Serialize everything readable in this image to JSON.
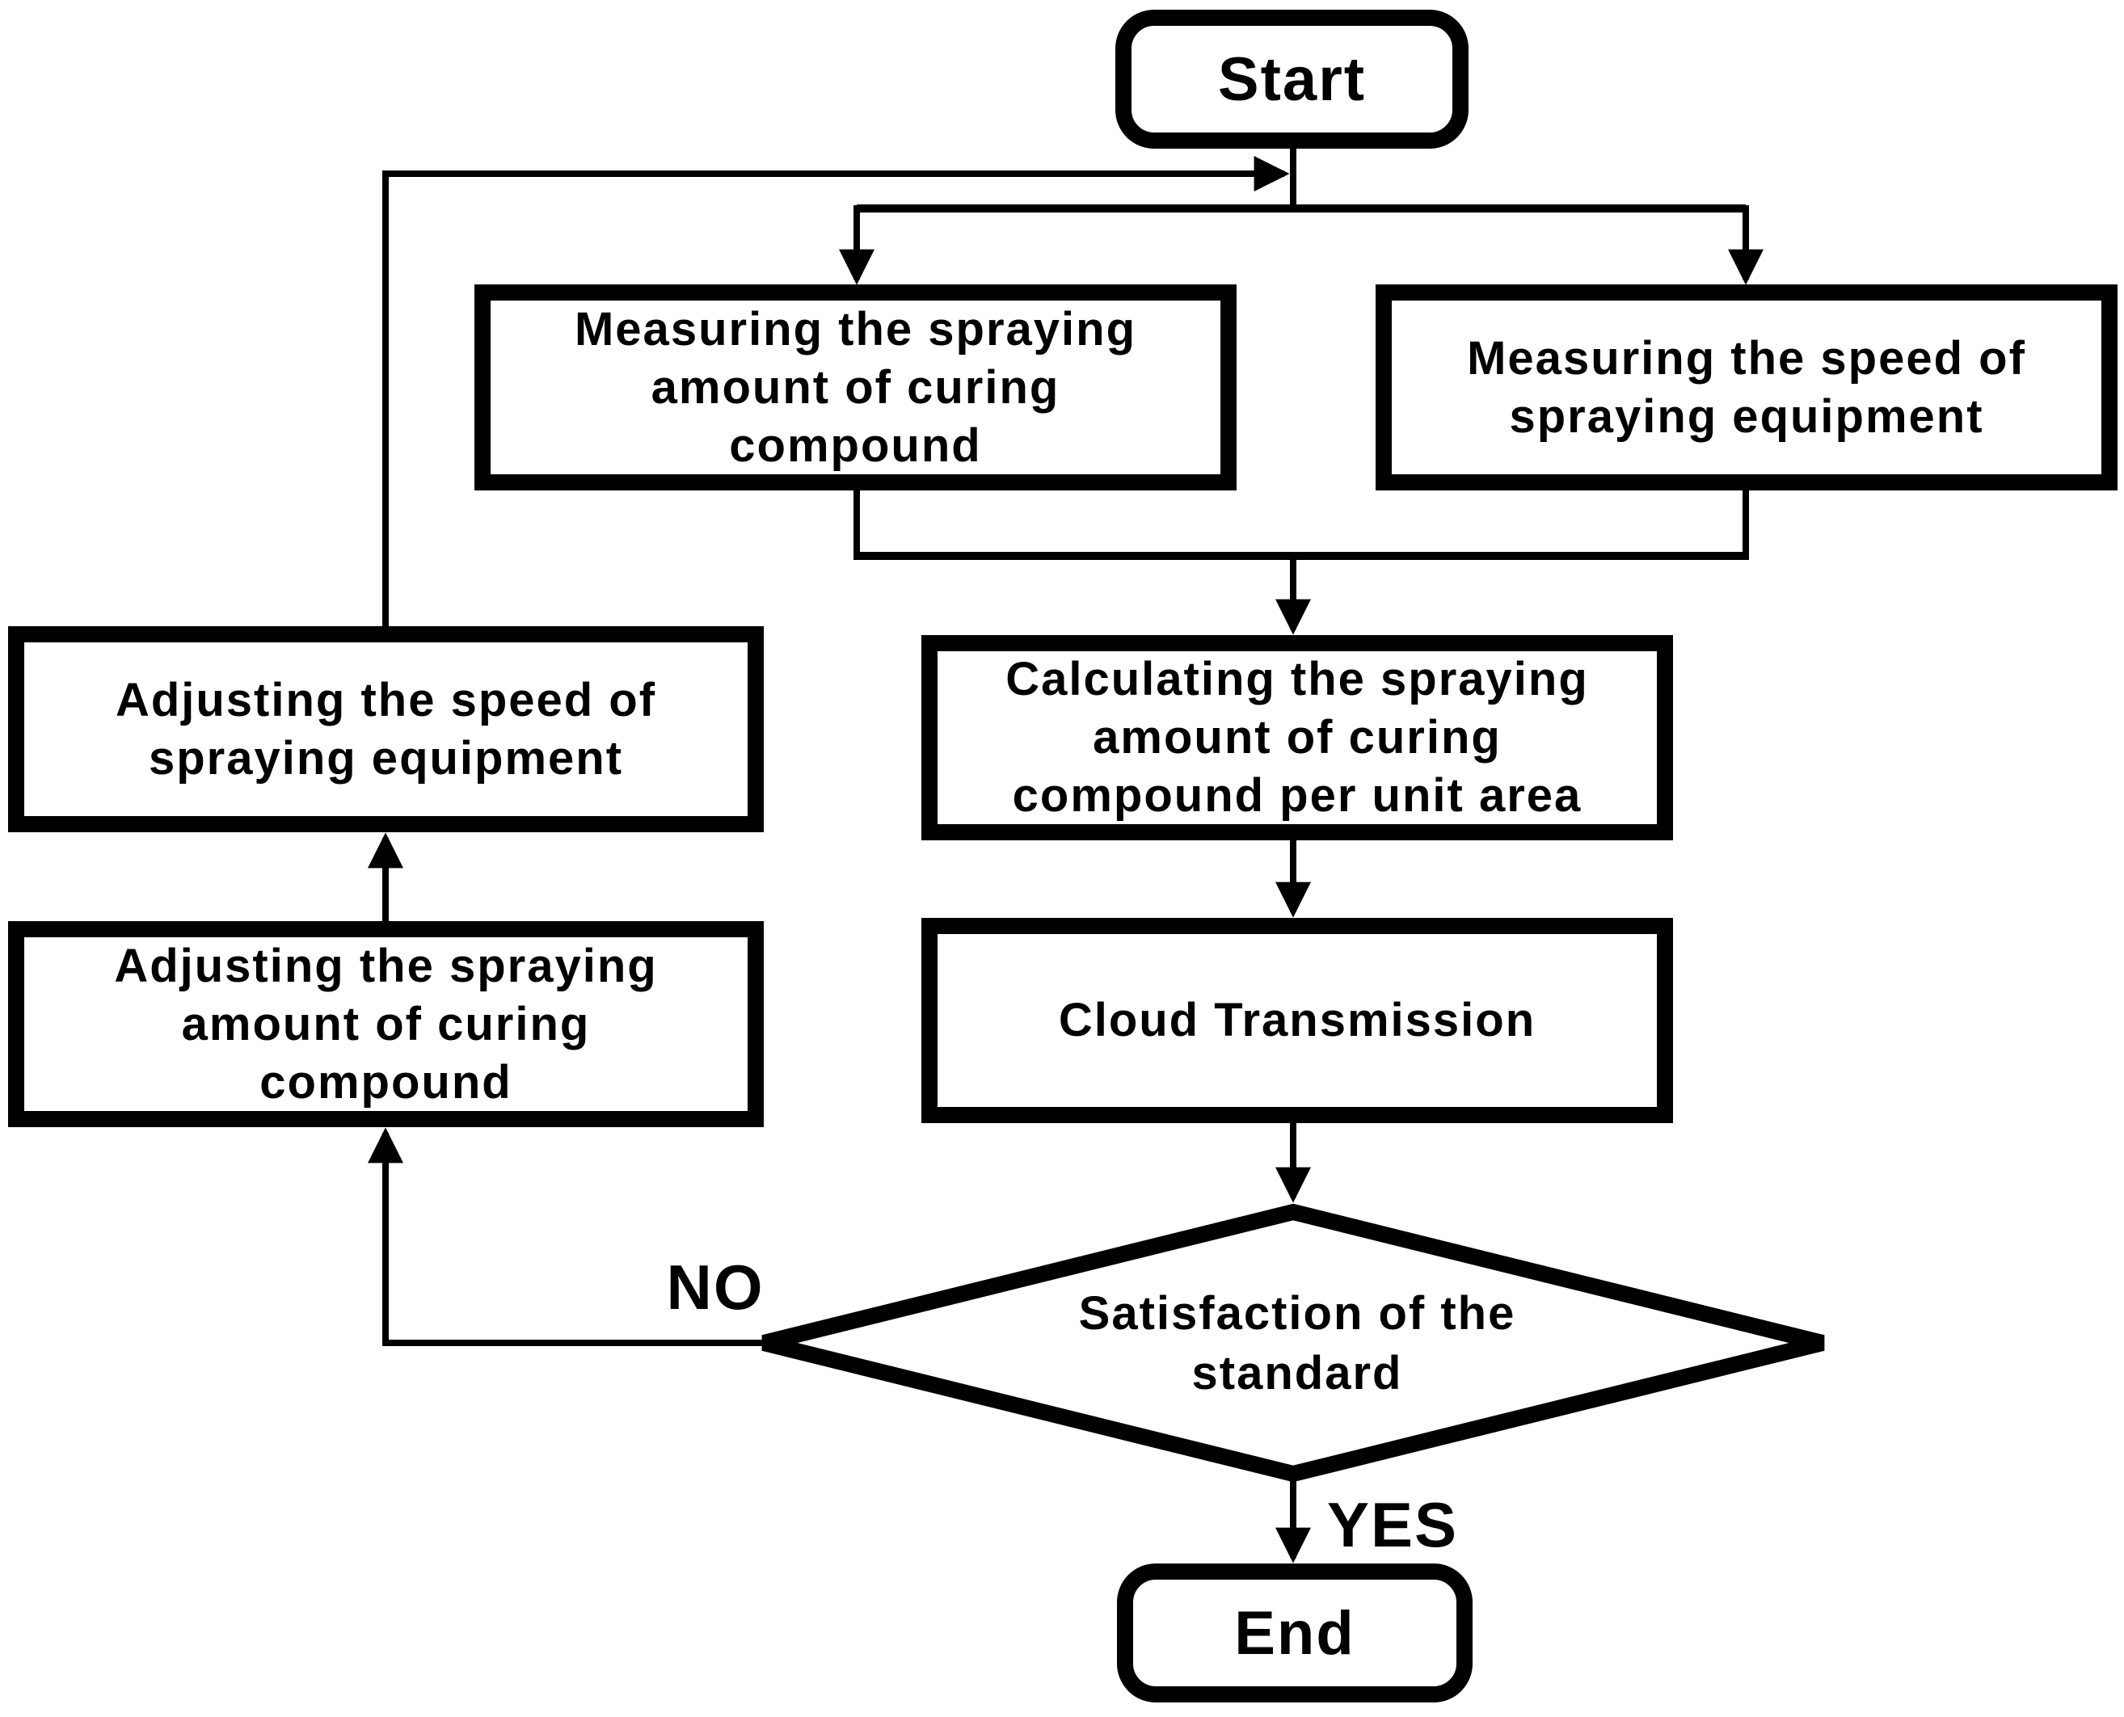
{
  "diagram": {
    "type": "flowchart",
    "background_color": "#ffffff",
    "line_color": "#000000",
    "text_color": "#000000",
    "node_fill_color": "#ffffff",
    "nodes": {
      "start": {
        "shape": "terminal",
        "lines": [
          "Start"
        ]
      },
      "measure_amount": {
        "shape": "process",
        "lines": [
          "Measuring the spraying",
          "amount of curing",
          "compound"
        ]
      },
      "measure_speed": {
        "shape": "process",
        "lines": [
          "Measuring the speed of",
          "spraying equipment"
        ]
      },
      "calculate": {
        "shape": "process",
        "lines": [
          "Calculating the spraying",
          "amount of curing",
          "compound per unit area"
        ]
      },
      "cloud": {
        "shape": "process",
        "lines": [
          "Cloud Transmission"
        ]
      },
      "adjust_speed": {
        "shape": "process",
        "lines": [
          "Adjusting the speed of",
          "spraying equipment"
        ]
      },
      "adjust_amount": {
        "shape": "process",
        "lines": [
          "Adjusting the spraying",
          "amount of curing",
          "compound"
        ]
      },
      "decision": {
        "shape": "decision",
        "lines": [
          "Satisfaction of the",
          "standard"
        ]
      },
      "end": {
        "shape": "terminal",
        "lines": [
          "End"
        ]
      }
    },
    "edge_labels": {
      "no": "NO",
      "yes": "YES"
    }
  }
}
